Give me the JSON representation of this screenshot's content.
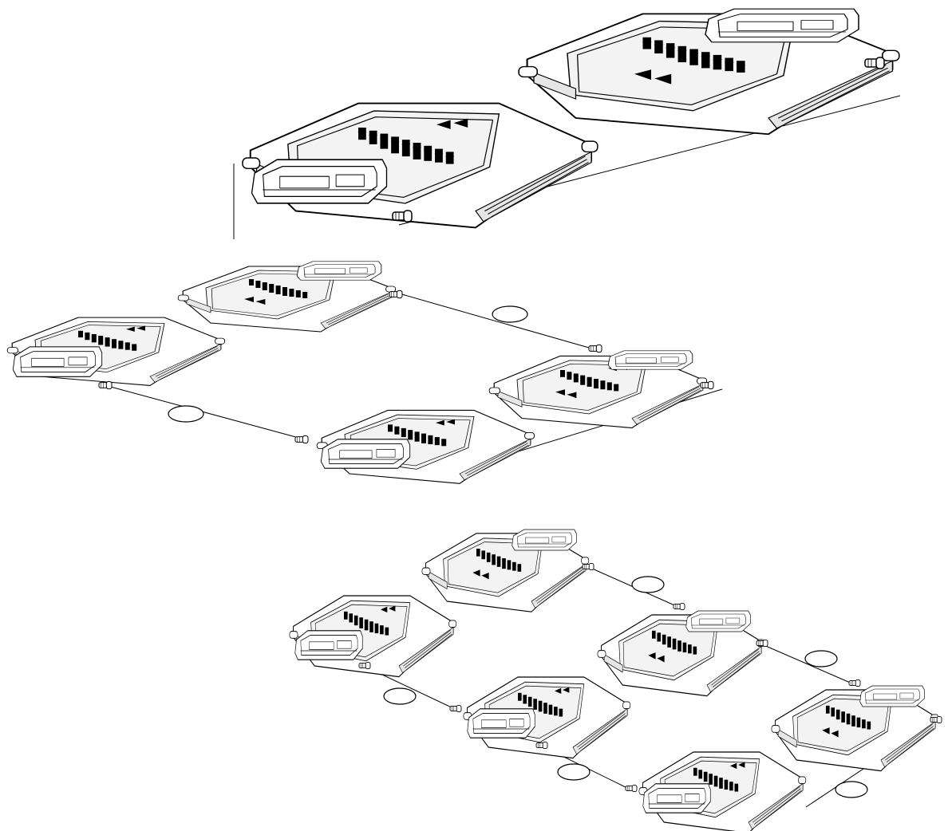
{
  "diagram": {
    "style": "black-and-white isometric line drawing",
    "colors": {
      "ink": "#000000",
      "background": "#ffffff"
    },
    "groups": [
      {
        "id": "two-scale-setup",
        "scales": [
          {
            "id": "top-a",
            "variant": "rear-display"
          },
          {
            "id": "top-b",
            "variant": "front-display"
          }
        ],
        "cables": [
          {
            "from": "top-b",
            "to": "top-a",
            "callout_oval": false
          }
        ]
      },
      {
        "id": "four-scale-setup",
        "scales": [
          {
            "id": "mid-a",
            "variant": "rear-display"
          },
          {
            "id": "mid-b",
            "variant": "front-display"
          },
          {
            "id": "mid-c",
            "variant": "rear-display"
          },
          {
            "id": "mid-d",
            "variant": "front-display"
          }
        ],
        "cables": [
          {
            "from": "mid-a",
            "to": "mid-c",
            "callout_oval": true
          },
          {
            "from": "mid-b",
            "to": "mid-d",
            "callout_oval": true
          },
          {
            "from": "mid-c",
            "to": "mid-d",
            "callout_oval": false
          }
        ]
      },
      {
        "id": "six-scale-setup",
        "scales": [
          {
            "id": "low-a",
            "variant": "rear-display"
          },
          {
            "id": "low-b",
            "variant": "front-display"
          },
          {
            "id": "low-c",
            "variant": "rear-display"
          },
          {
            "id": "low-d",
            "variant": "front-display"
          },
          {
            "id": "low-e",
            "variant": "rear-display"
          },
          {
            "id": "low-f",
            "variant": "front-display"
          }
        ],
        "cables": [
          {
            "from": "low-a",
            "to": "low-c",
            "callout_oval": true
          },
          {
            "from": "low-c",
            "to": "low-e",
            "callout_oval": true
          },
          {
            "from": "low-b",
            "to": "low-d",
            "callout_oval": true
          },
          {
            "from": "low-d",
            "to": "low-f",
            "callout_oval": true
          },
          {
            "from": "low-e",
            "to": "low-f",
            "callout_oval": true
          }
        ]
      }
    ]
  }
}
